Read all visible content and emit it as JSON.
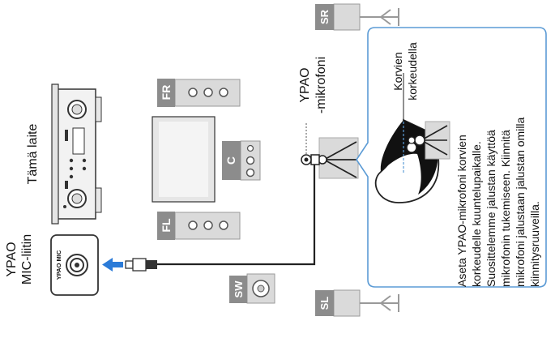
{
  "labels": {
    "receiver": "Tämä laite",
    "mic_jack_line1": "YPAO",
    "mic_jack_line2": "MIC-liitin",
    "mic_jack_panel": "YPAO MIC",
    "mic_line1": "YPAO",
    "mic_line2": "-mikrofoni",
    "ear_line1": "Korvien",
    "ear_line2": "korkeudella"
  },
  "speakers": {
    "fr": "FR",
    "fl": "FL",
    "c": "C",
    "sw": "SW",
    "sr": "SR",
    "sl": "SL"
  },
  "note": {
    "lines": [
      "Aseta YPAO-mikrofoni korvien",
      "korkeudelle kuuntelupaikalle.",
      "Suosittelemme jalustan käyttöä",
      "mikrofonin tukemiseen. Kiinnitä",
      "mikrofoni jalustaan jalustan omilla",
      "kiinnitysruuveilla."
    ]
  },
  "colors": {
    "speaker_badge": "#8c8c8c",
    "note_border": "#5b9bd5",
    "arrow": "#2b7bd8",
    "speaker_body": "#dadada"
  }
}
